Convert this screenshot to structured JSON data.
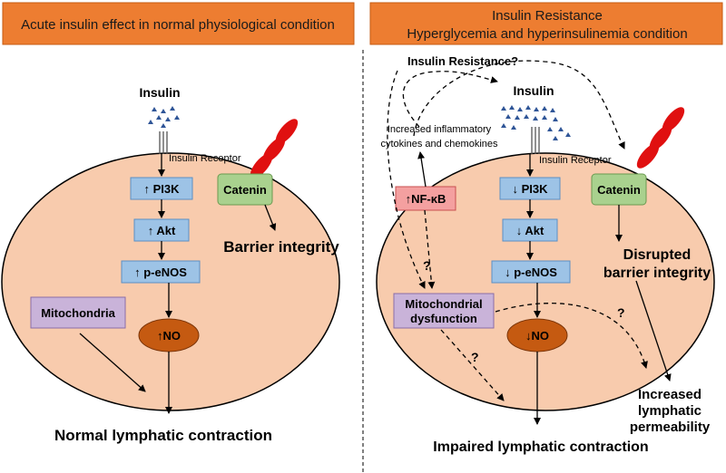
{
  "left_panel": {
    "header": "Acute insulin effect in normal physiological condition",
    "insulin": "Insulin",
    "receptor": "Insulin Receptor",
    "catenin": "Catenin",
    "barrier": "Barrier integrity",
    "pi3k": "↑ PI3K",
    "akt": "↑ Akt",
    "peNOS": "↑ p-eNOS",
    "mito": "Mitochondria",
    "no": "↑NO",
    "outcome": "Normal lymphatic contraction"
  },
  "right_panel": {
    "header_line1": "Insulin Resistance",
    "header_line2": "Hyperglycemia and hyperinsulinemia condition",
    "insulin_resistance": "Insulin Resistance?",
    "insulin": "Insulin",
    "receptor": "Insulin Receptor",
    "inflam_line1": "Increased inflammatory",
    "inflam_line2": "cytokines and chemokines",
    "nfkb": "↑NF-κB",
    "catenin": "Catenin",
    "pi3k": "↓ PI3K",
    "akt": "↓ Akt",
    "peNOS": "↓ p-eNOS",
    "disrupted_line1": "Disrupted",
    "disrupted_line2": "barrier integrity",
    "mito_line1": "Mitochondrial",
    "mito_line2": "dysfunction",
    "no": "↓NO",
    "q1": "?",
    "q2": "?",
    "q3": "?",
    "perm_line1": "Increased",
    "perm_line2": "lymphatic",
    "perm_line3": "permeability",
    "outcome": "Impaired lymphatic contraction"
  },
  "colors": {
    "header_bg": "#ed7d31",
    "cell_fill": "#f8cbad",
    "blue_box": "#9dc3e6",
    "green_box": "#a9d18e",
    "purple_box": "#c9b3d9",
    "pink_box": "#f4a0a0",
    "no_fill": "#c55a11",
    "catenin_red": "#e01010",
    "insulin_blue": "#2f5597"
  }
}
